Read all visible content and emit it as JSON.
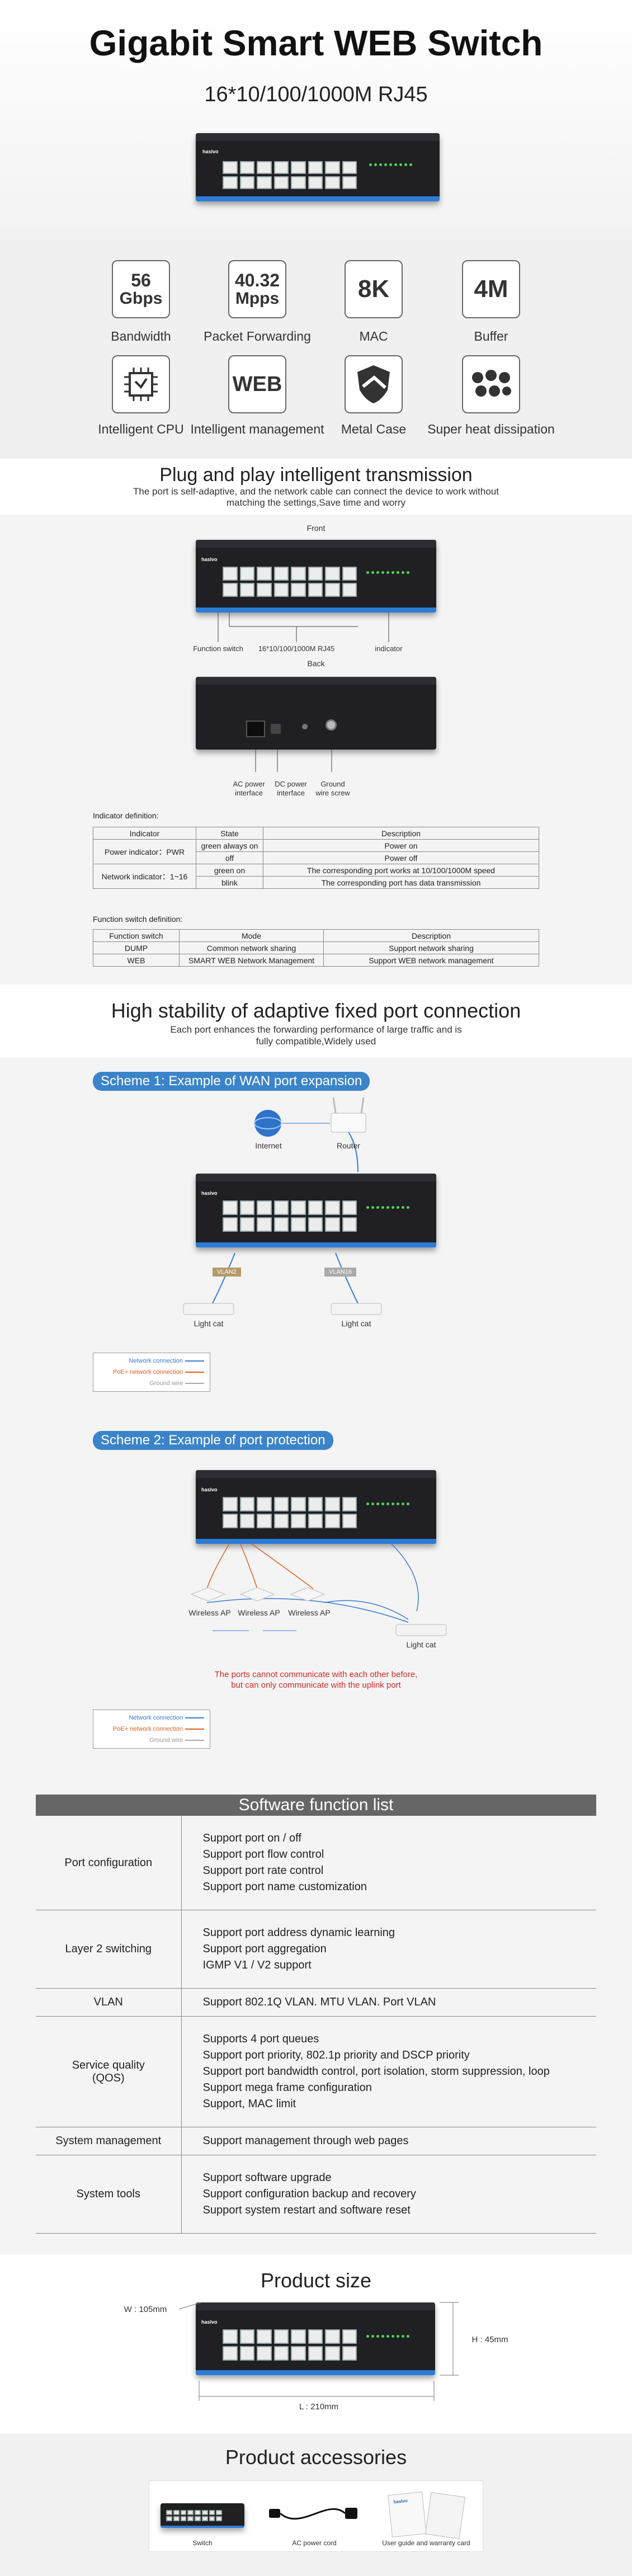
{
  "header": {
    "title": "Gigabit Smart WEB Switch",
    "subtitle": "16*10/100/1000M RJ45"
  },
  "switch_brand": "haslvo",
  "specs": [
    {
      "value": "56",
      "value2": "Gbps",
      "label": "Bandwidth"
    },
    {
      "value": "40.32",
      "value2": "Mpps",
      "label": "Packet Forwarding"
    },
    {
      "value": "8K",
      "value2": "",
      "label": "MAC"
    },
    {
      "value": "4M",
      "value2": "",
      "label": "Buffer"
    }
  ],
  "features": [
    {
      "icon": "cpu-icon",
      "glyph": "",
      "label": "Intelligent CPU"
    },
    {
      "icon": "web-icon",
      "glyph": "WEB",
      "label": "Intelligent management"
    },
    {
      "icon": "shield-icon",
      "glyph": "",
      "label": "Metal Case"
    },
    {
      "icon": "heat-icon",
      "glyph": "",
      "label": "Super heat dissipation"
    }
  ],
  "plug_section": {
    "title": "Plug and play intelligent transmission",
    "desc1": "The port is self-adaptive, and the network cable can connect the device to work without",
    "desc2": "matching the settings,Save time and worry"
  },
  "front": {
    "label": "Front",
    "callouts": [
      "Function switch",
      "16*10/100/1000M RJ45",
      "indicator"
    ]
  },
  "back": {
    "label": "Back",
    "callouts": [
      "AC power interface",
      "DC power interface",
      "Ground wire screw"
    ]
  },
  "indicator_def": {
    "caption": "Indicator definition:",
    "headers": [
      "Indicator",
      "State",
      "Description"
    ],
    "power_label": "Power indicator：PWR",
    "power_rows": [
      [
        "green always on",
        "Power on"
      ],
      [
        "off",
        "Power off"
      ]
    ],
    "network_label": "Network indicator：1~16",
    "network_rows": [
      [
        "green on",
        "The corresponding port works at 10/100/1000M speed"
      ],
      [
        "blink",
        "The corresponding port has data transmission"
      ]
    ]
  },
  "function_def": {
    "caption": "Function switch definition:",
    "headers": [
      "Function switch",
      "Mode",
      "Description"
    ],
    "rows": [
      [
        "DUMP",
        "Common network sharing",
        "Support network sharing"
      ],
      [
        "WEB",
        "SMART WEB Network Management",
        "Support WEB network management"
      ]
    ]
  },
  "stability": {
    "title": "High stability of adaptive fixed port connection",
    "desc1": "Each port enhances the forwarding performance of large traffic and is",
    "desc2": "fully compatible,Widely used"
  },
  "scheme1": {
    "title": "Scheme 1: Example of WAN port expansion",
    "internet": "Internet",
    "router": "Router",
    "vlan_a": "VLAN2",
    "vlan_b": "VLAN16",
    "cat_a": "Light cat",
    "cat_b": "Light cat"
  },
  "scheme2": {
    "title": "Scheme 2: Example of port protection",
    "ap1": "Wireless AP",
    "ap2": "Wireless AP",
    "ap3": "Wireless AP",
    "cat": "Light cat",
    "note1": "The ports cannot communicate with each other before,",
    "note2": "but can only communicate with the uplink port"
  },
  "legend": {
    "items": [
      "Network connection",
      "PoE+ network connection",
      "Ground wire"
    ],
    "colors": [
      "#3a7bd5",
      "#e06020",
      "#aaaaaa"
    ]
  },
  "software": {
    "title": "Software function list",
    "rows": [
      {
        "key": "Port configuration",
        "lines": [
          "Support port on / off",
          "Support port flow control",
          "Support port rate control",
          "Support port name customization"
        ]
      },
      {
        "key": "Layer 2 switching",
        "lines": [
          "Support port address dynamic learning",
          "Support port aggregation",
          "IGMP V1 / V2 support"
        ]
      },
      {
        "key": "VLAN",
        "lines": [
          "Support 802.1Q VLAN.   MTU VLAN.   Port VLAN"
        ]
      },
      {
        "key": "Service quality\n(QOS)",
        "lines": [
          "Supports 4 port queues",
          "Support port priority, 802.1p priority and DSCP priority",
          "Support port bandwidth control, port isolation, storm suppression, loop",
          "Support mega frame configuration",
          "Support, MAC limit"
        ]
      },
      {
        "key": "System management",
        "lines": [
          "Support management through web pages"
        ]
      },
      {
        "key": "System tools",
        "lines": [
          "Support software upgrade",
          "Support configuration backup and recovery",
          "Support system restart and software reset"
        ]
      }
    ]
  },
  "product_size": {
    "title": "Product size",
    "w": "W : 105mm",
    "h": "H : 45mm",
    "l": "L : 210mm"
  },
  "accessories": {
    "title": "Product accessories",
    "items": [
      "Switch",
      "AC power cord",
      "User guide and warranty card"
    ]
  }
}
